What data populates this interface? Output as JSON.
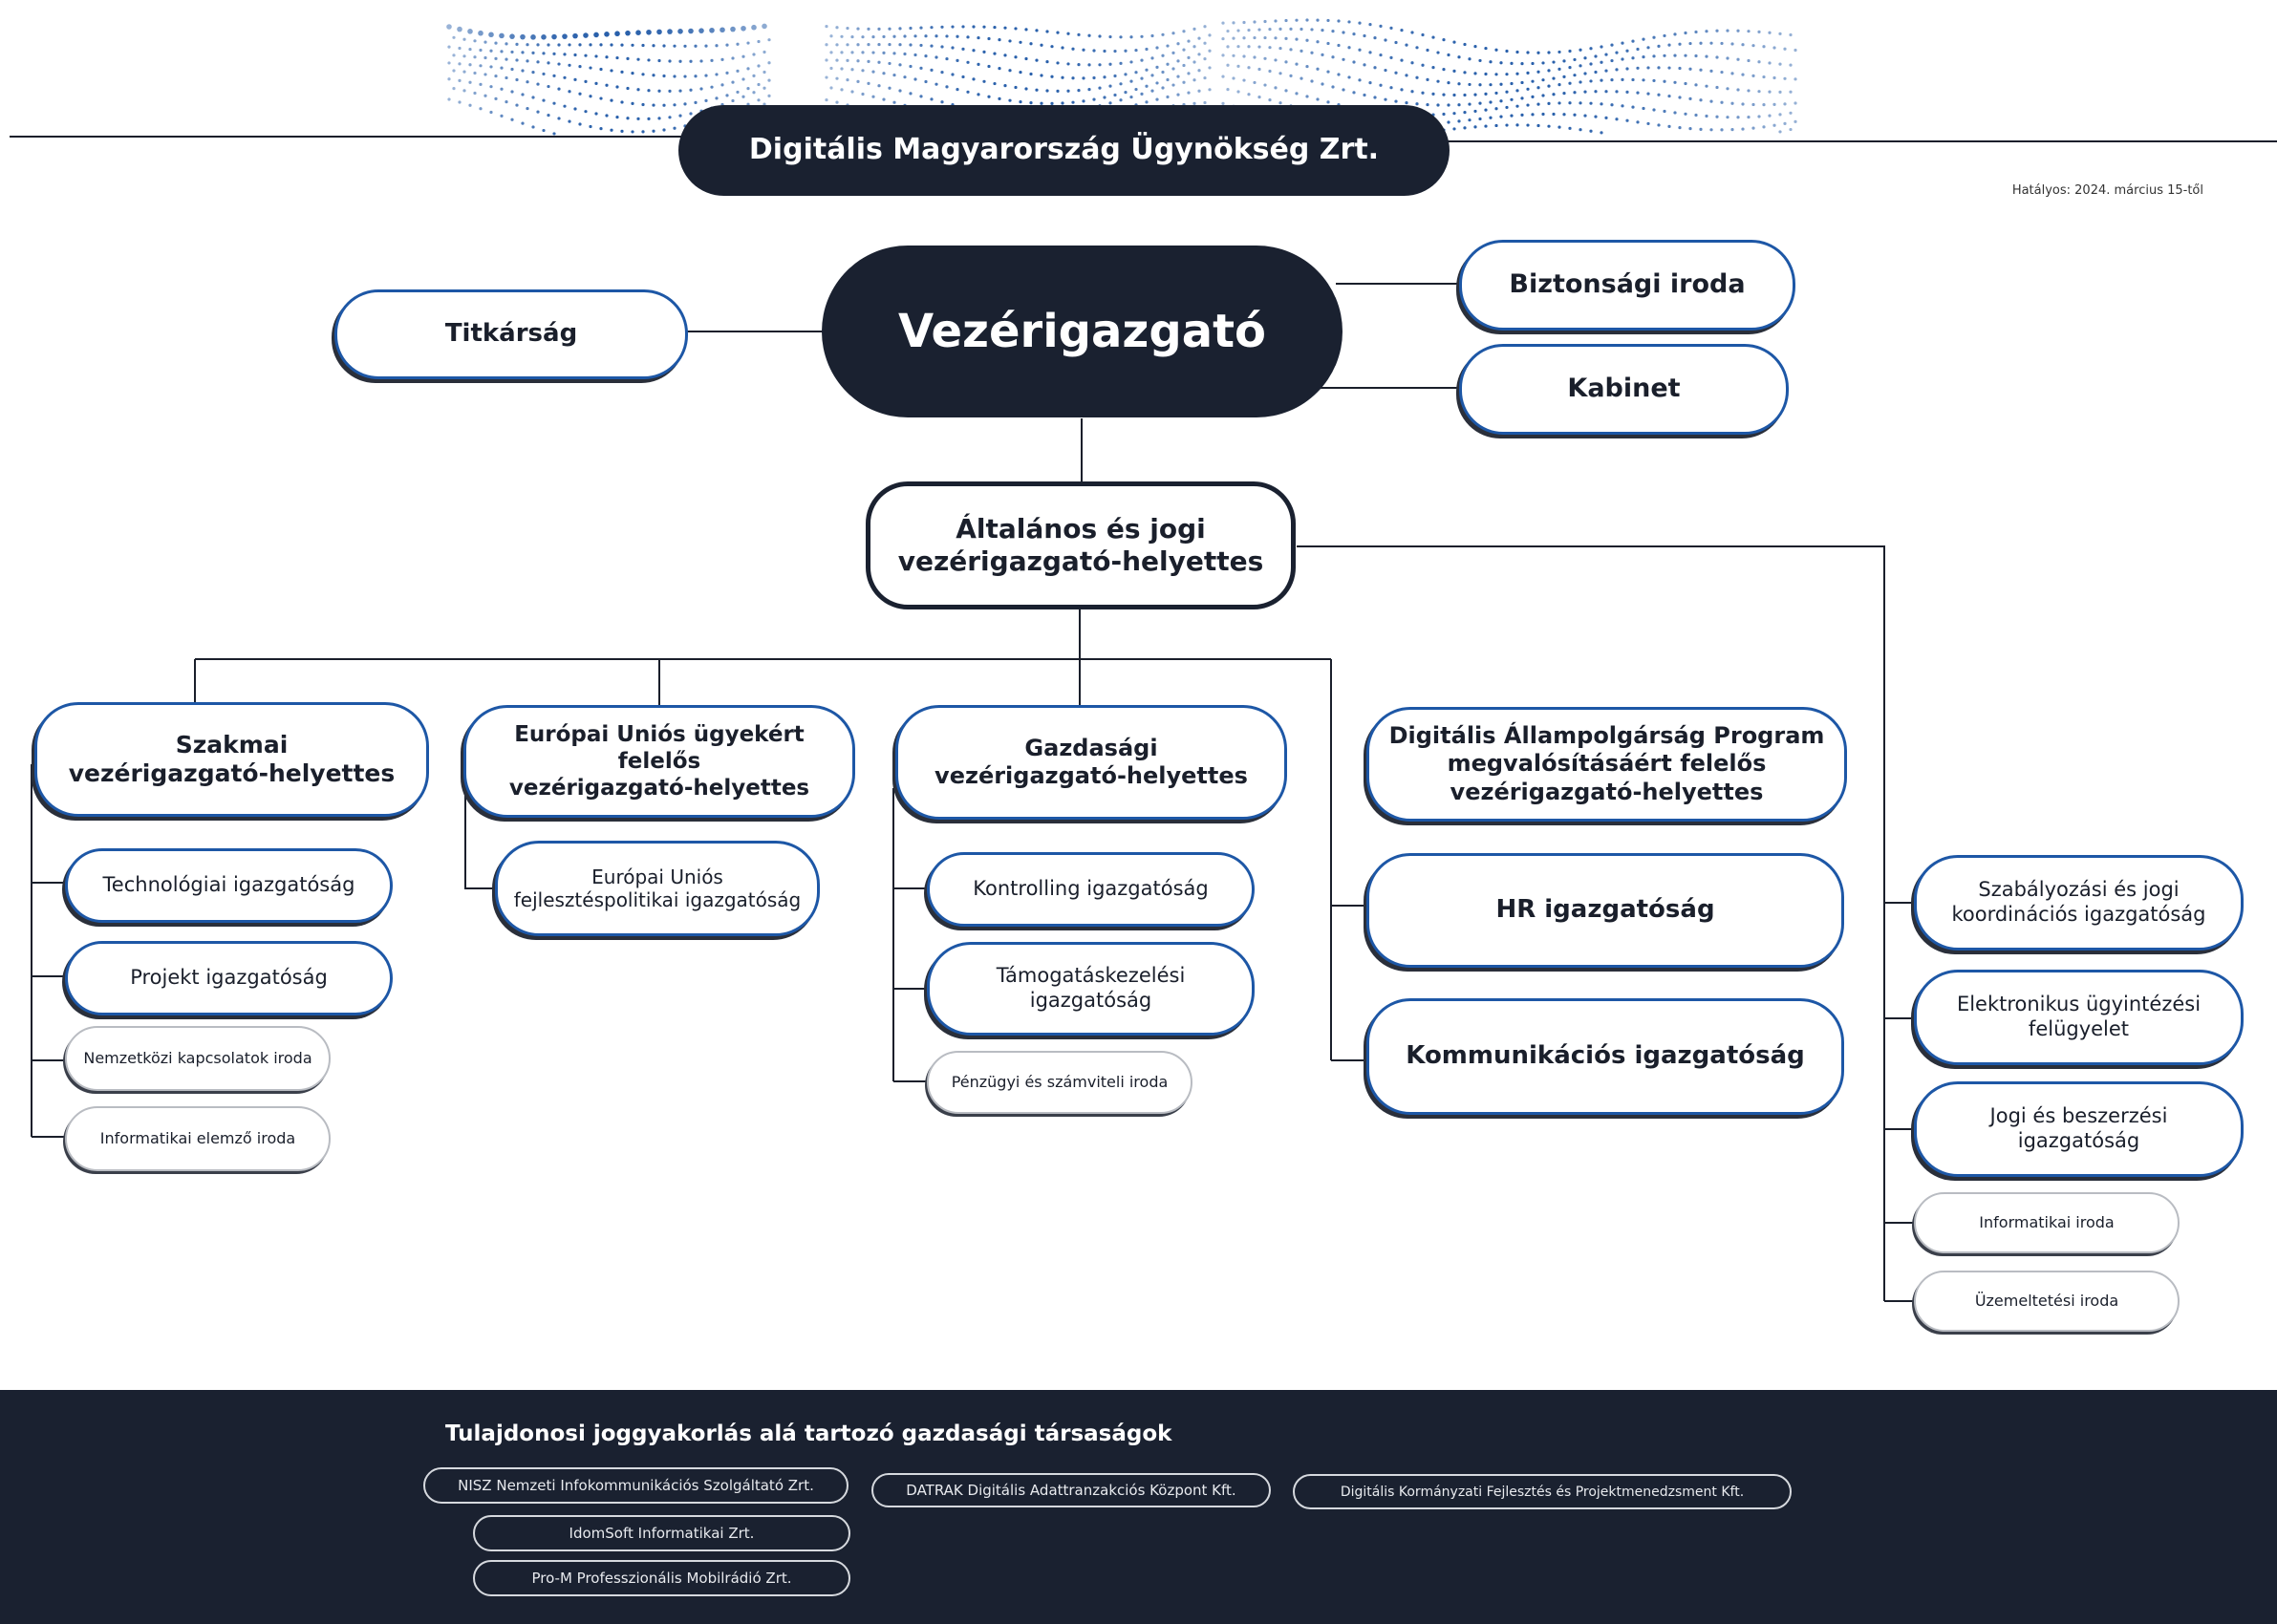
{
  "header": {
    "organization": "Digitális Magyarország Ügynökség Zrt.",
    "effective_date": "Hatályos: 2024. március 15-től"
  },
  "top": {
    "ceo": "Vezérigazgató",
    "secretariat": "Titkárság",
    "security_office": "Biztonsági iroda",
    "cabinet": "Kabinet",
    "general_deputy": "Általános és jogi\nvezérigazgató-helyettes"
  },
  "columns": {
    "professional": {
      "title": "Szakmai\nvezérigazgató-helyettes",
      "units": [
        "Technológiai igazgatóság",
        "Projekt igazgatóság"
      ],
      "offices": [
        "Nemzetközi kapcsolatok iroda",
        "Informatikai elemző iroda"
      ]
    },
    "eu": {
      "title": "Európai Uniós ügyekért felelős\nvezérigazgató-helyettes",
      "units": [
        "Európai Uniós\nfejlesztéspolitikai igazgatóság"
      ]
    },
    "economic": {
      "title": "Gazdasági\nvezérigazgató-helyettes",
      "units": [
        "Kontrolling igazgatóság",
        "Támogatáskezelési\nigazgatóság"
      ],
      "offices": [
        "Pénzügyi és számviteli iroda"
      ]
    },
    "digital_citizenship": {
      "title": "Digitális Állampolgárság Program\nmegvalósításáért felelős\nvezérigazgató-helyettes",
      "units": [
        "HR igazgatóság",
        "Kommunikációs igazgatóság"
      ]
    },
    "legal_direct": {
      "units": [
        "Szabályozási és jogi\nkoordinációs igazgatóság",
        "Elektronikus ügyintézési\nfelügyelet",
        "Jogi és beszerzési\nigazgatóság"
      ],
      "offices": [
        "Informatikai iroda",
        "Üzemeltetési iroda"
      ]
    }
  },
  "footer": {
    "title": "Tulajdonosi joggyakorlás alá tartozó gazdasági társaságok",
    "companies": [
      "NISZ Nemzeti Infokommunikációs Szolgáltató Zrt.",
      "DATRAK Digitális Adattranzakciós Központ Kft.",
      "Digitális Kormányzati Fejlesztés és Projektmenedzsment Kft."
    ],
    "subsidiaries": [
      "IdomSoft Informatikai Zrt.",
      "Pro-M Professzionális Mobilrádió Zrt."
    ]
  },
  "colors": {
    "navy": "#1a2130",
    "accent_blue": "#1d57a6",
    "dots": "#1d57a6"
  }
}
